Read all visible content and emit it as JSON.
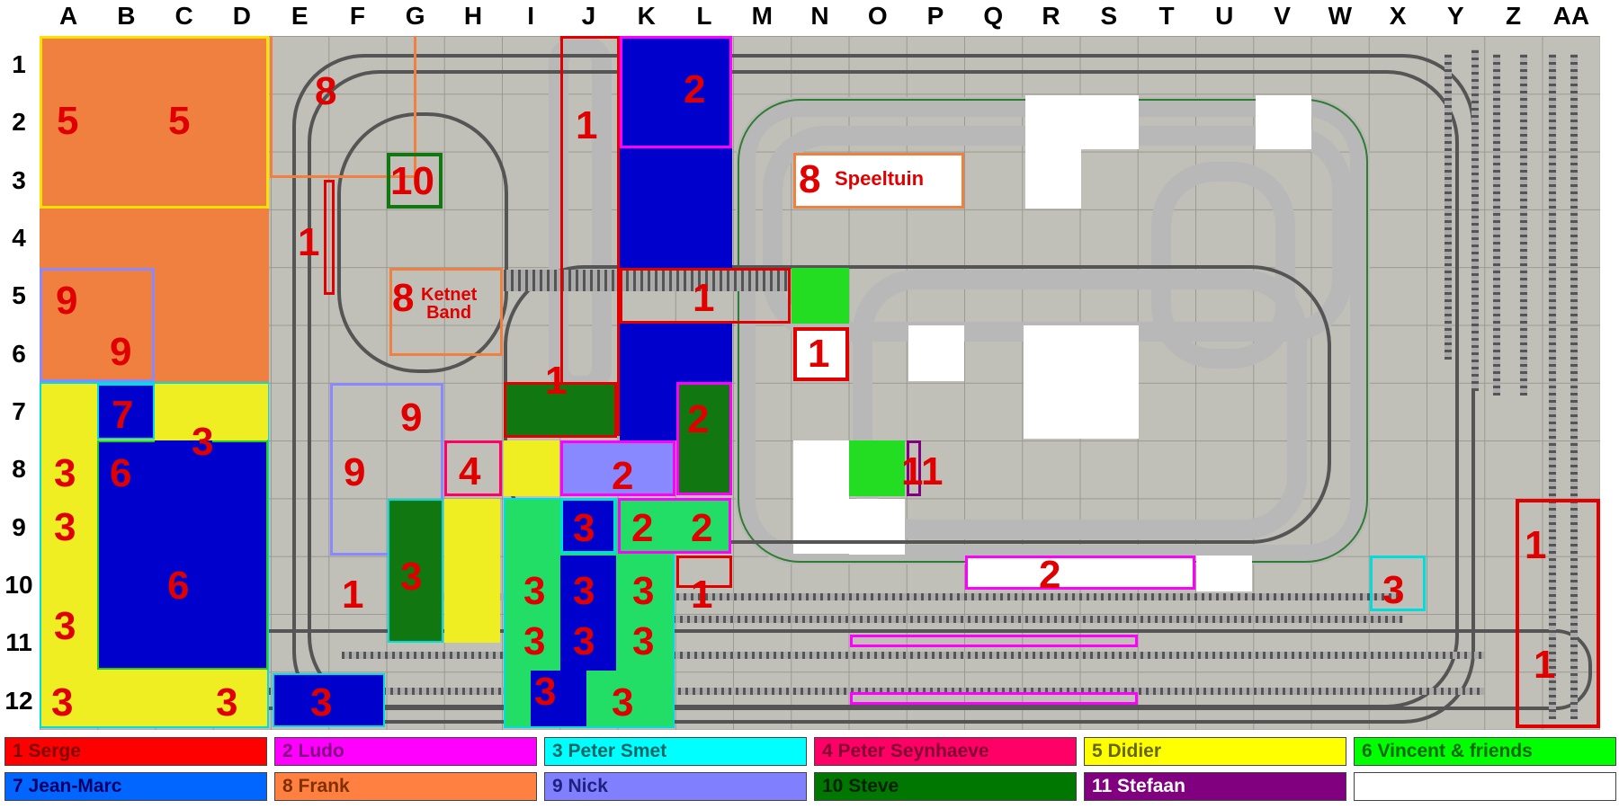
{
  "columns": [
    "A",
    "B",
    "C",
    "D",
    "E",
    "F",
    "G",
    "H",
    "I",
    "J",
    "K",
    "L",
    "M",
    "N",
    "O",
    "P",
    "Q",
    "R",
    "S",
    "T",
    "U",
    "V",
    "W",
    "X",
    "Y",
    "Z",
    "AA"
  ],
  "rows": [
    "1",
    "2",
    "3",
    "4",
    "5",
    "6",
    "7",
    "8",
    "9",
    "10",
    "11",
    "12"
  ],
  "zones": [
    {
      "id": "z5a",
      "label": "5",
      "color": "#f08040"
    },
    {
      "id": "z5b",
      "label": "5",
      "color": "#f08040"
    },
    {
      "id": "z9a",
      "label": "9",
      "color": "#f08040"
    },
    {
      "id": "z9b",
      "label": "9",
      "color": "#f08040"
    },
    {
      "id": "z7",
      "label": "7",
      "color": "#0000cc"
    },
    {
      "id": "z6a",
      "label": "6",
      "color": "#0000cc"
    },
    {
      "id": "z6b",
      "label": "6",
      "color": "#0000cc"
    },
    {
      "id": "z3a",
      "label": "3",
      "color": "#eeee22"
    },
    {
      "id": "z3b",
      "label": "3",
      "color": "#eeee22"
    },
    {
      "id": "z3c",
      "label": "3",
      "color": "#eeee22"
    },
    {
      "id": "z3d",
      "label": "3",
      "color": "#eeee22"
    },
    {
      "id": "z3e",
      "label": "3",
      "color": "#eeee22"
    },
    {
      "id": "z3f",
      "label": "3",
      "color": "#eeee22"
    },
    {
      "id": "z3g",
      "label": "3",
      "color": "#0000cc"
    },
    {
      "id": "z8a",
      "label": "8",
      "color": "none"
    },
    {
      "id": "z1a",
      "label": "1",
      "color": "none"
    },
    {
      "id": "z10",
      "label": "10",
      "color": "none"
    },
    {
      "id": "z8b",
      "label": "8",
      "color": "none"
    },
    {
      "id": "z8b_text",
      "label": "Ketnet\nBand",
      "color": "none"
    },
    {
      "id": "z9c",
      "label": "9",
      "color": "none"
    },
    {
      "id": "z9d",
      "label": "9",
      "color": "none"
    },
    {
      "id": "z4",
      "label": "4",
      "color": "none"
    },
    {
      "id": "z1b",
      "label": "1",
      "color": "none"
    },
    {
      "id": "z3h",
      "label": "3",
      "color": "#117711"
    },
    {
      "id": "z1c",
      "label": "1",
      "color": "none"
    },
    {
      "id": "z2a",
      "label": "2",
      "color": "#0000cc"
    },
    {
      "id": "z1d",
      "label": "1",
      "color": "none"
    },
    {
      "id": "z1e",
      "label": "1",
      "color": "none"
    },
    {
      "id": "z2b",
      "label": "2",
      "color": "#117711"
    },
    {
      "id": "z2c",
      "label": "2",
      "color": "#8888ff"
    },
    {
      "id": "z3i",
      "label": "3",
      "color": "#0000cc"
    },
    {
      "id": "z2d",
      "label": "2",
      "color": "#22dd66"
    },
    {
      "id": "z2e",
      "label": "2",
      "color": "#22dd66"
    },
    {
      "id": "z3j",
      "label": "3",
      "color": "#22dd66"
    },
    {
      "id": "z3k",
      "label": "3",
      "color": "#0000cc"
    },
    {
      "id": "z3l",
      "label": "3",
      "color": "#22dd66"
    },
    {
      "id": "z3m",
      "label": "3",
      "color": "#22dd66"
    },
    {
      "id": "z3n",
      "label": "3",
      "color": "#0000cc"
    },
    {
      "id": "z3o",
      "label": "3",
      "color": "#22dd66"
    },
    {
      "id": "z3p",
      "label": "3",
      "color": "#0000cc"
    },
    {
      "id": "z3q",
      "label": "3",
      "color": "#22dd66"
    },
    {
      "id": "z1f",
      "label": "1",
      "color": "none"
    },
    {
      "id": "z8c",
      "label": "8",
      "color": "none"
    },
    {
      "id": "z8c_text",
      "label": "Speeltuin",
      "color": "none"
    },
    {
      "id": "z1g",
      "label": "1",
      "color": "none"
    },
    {
      "id": "z11",
      "label": "11",
      "color": "#22dd22"
    },
    {
      "id": "z2f",
      "label": "2",
      "color": "none"
    },
    {
      "id": "z3r",
      "label": "3",
      "color": "none"
    },
    {
      "id": "z1h",
      "label": "1",
      "color": "none"
    },
    {
      "id": "z1i",
      "label": "1",
      "color": "none"
    }
  ],
  "legend": [
    {
      "label": "1 Serge",
      "bg": "#ff0000",
      "fg": "#800000"
    },
    {
      "label": "2 Ludo",
      "bg": "#ff00ff",
      "fg": "#800080"
    },
    {
      "label": "3 Peter Smet",
      "bg": "#00ffff",
      "fg": "#006666"
    },
    {
      "label": "4 Peter Seynhaeve",
      "bg": "#ff0066",
      "fg": "#800033"
    },
    {
      "label": "5 Didier",
      "bg": "#ffff00",
      "fg": "#666600"
    },
    {
      "label": "6 Vincent & friends",
      "bg": "#00ff00",
      "fg": "#006600"
    },
    {
      "label": "7 Jean-Marc",
      "bg": "#0066ff",
      "fg": "#000066"
    },
    {
      "label": "8 Frank",
      "bg": "#ff8040",
      "fg": "#803000"
    },
    {
      "label": "9 Nick",
      "bg": "#8080ff",
      "fg": "#202080"
    },
    {
      "label": "10 Steve",
      "bg": "#007700",
      "fg": "#002200"
    },
    {
      "label": "11 Stefaan",
      "bg": "#800080",
      "fg": "#ffffff"
    },
    {
      "label": "",
      "bg": "#ffffff",
      "fg": "#000000"
    }
  ]
}
